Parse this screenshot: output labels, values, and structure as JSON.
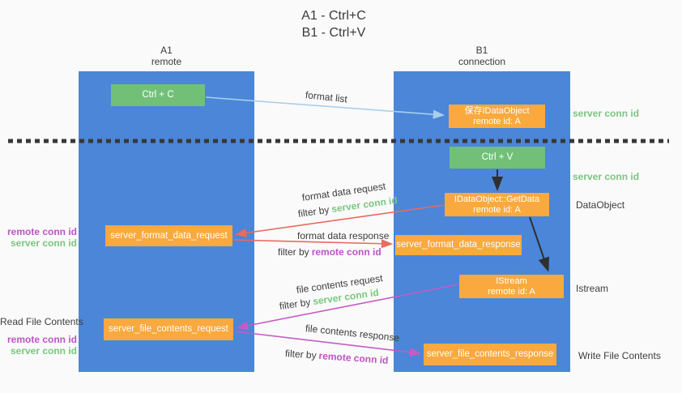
{
  "title": {
    "line1": "A1 - Ctrl+C",
    "line2": "B1 - Ctrl+V"
  },
  "lanes": {
    "a": {
      "name": "A1",
      "subtitle": "remote"
    },
    "b": {
      "name": "B1",
      "subtitle": "connection"
    }
  },
  "nodes": {
    "ctrl_c": "Ctrl + C",
    "ctrl_v": "Ctrl + V",
    "save_idataobject": {
      "line1": "保存IDataObject",
      "line2": "remote id: A"
    },
    "getdata": {
      "line1": "IDataObject::GetData",
      "line2": "remote id: A"
    },
    "istream": {
      "line1": "IStream",
      "line2": "remote id: A"
    },
    "format_request": "server_format_data_request",
    "format_response": "server_format_data_response",
    "file_request": "server_file_contents_request",
    "file_response": "server_file_contents_response"
  },
  "side_labels": {
    "right_server_conn_top": "server conn id",
    "right_server_conn_mid": "server conn id",
    "right_dataobject": "DataObject",
    "right_istream": "Istream",
    "right_write_file": "Write File Contents",
    "left_remote_conn_1": "remote conn id",
    "left_server_conn_1": "server conn id",
    "left_read_file": "Read File Contents",
    "left_remote_conn_2": "remote conn id",
    "left_server_conn_2": "server conn id"
  },
  "flow_labels": {
    "format_list": "format list",
    "format_request": {
      "title": "format data request",
      "prefix": "filter by",
      "term": "server conn id"
    },
    "format_response": {
      "title": "format data response",
      "prefix": "filter by",
      "term": "remote conn id"
    },
    "file_request": {
      "title": "file contents request",
      "prefix": "filter by",
      "term": "server conn id"
    },
    "file_response": {
      "title": "file contents response",
      "prefix": "filter by",
      "term": "remote conn id"
    }
  },
  "colors": {
    "lane_blue": "#4b86d8",
    "node_green": "#72c078",
    "node_orange": "#f9a93e",
    "arrow_light_blue": "#a9cfec",
    "arrow_red": "#e96a5e",
    "arrow_purple": "#c55bc5",
    "arrow_black": "#2f2f2f",
    "text_green": "#79c67f",
    "text_purple": "#bd53c5",
    "text_dark": "#3d3d3d",
    "background": "#fafafa"
  }
}
